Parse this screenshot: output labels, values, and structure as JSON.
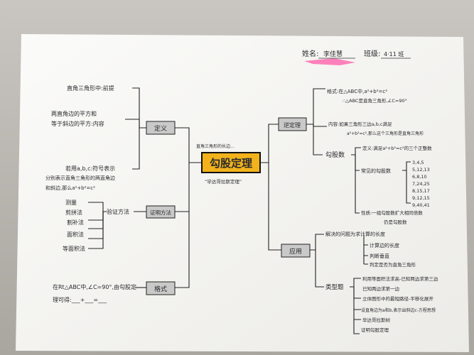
{
  "header": {
    "name_label": "姓名:",
    "name_value": "李佳慧",
    "class_label": "班级:",
    "class_value": "4·11 班"
  },
  "center": {
    "title": "勾股定理",
    "note_above": "直角三角形的长边...",
    "note_below": "“毕达哥拉斯定理”"
  },
  "left_branches": [
    {
      "label": "定义",
      "items": [
        "直角三角形中:前提",
        "两直角边的平方和",
        "等于斜边的平方:内容",
        "若用a,b,c:符号表示",
        "分别表示直角三角形的两直角边",
        "和斜边,那么a²+b²=c²"
      ]
    },
    {
      "label": "证明方法",
      "sub_label": "验证方法",
      "items": [
        "测量",
        "剪拼法",
        "割补法",
        "面积法",
        "等面积法"
      ]
    },
    {
      "label": "格式",
      "items": [
        "在Rt△ABC中,∠C=90°,由勾股定",
        "理可得:___+___=___"
      ]
    }
  ],
  "right_branches": [
    {
      "label": "逆定理",
      "items": [
        "格式:在△ABC中,a²+b²=c²",
        "∴△ABC是直角三角形,∠C=90°",
        "内容:如果三角形三边a,b,c满足",
        "a²+b²=c²,那么这个三角形是直角三角形"
      ],
      "sub": {
        "label": "勾股数",
        "items": [
          "定义:满足a²+b²=c²的三个正整数",
          "常见的勾股数",
          "性质:一组勾股数扩大相同倍数",
          "仍是勾股数"
        ],
        "numbers": [
          "3,4,5",
          "5,12,13",
          "6,8,10",
          "7,24,25",
          "8,15,17",
          "9,12,15",
          "9,40,41"
        ]
      }
    },
    {
      "label": "应用",
      "items": [
        "解决的问题为求计算的长度",
        "计算边的长度",
        "判断垂直",
        "判定是否为直角三角形"
      ],
      "sub": {
        "label": "类型题",
        "items": [
          "利用等面积法求高-已知两边求第三边",
          "已知两边求第一边",
          "立体图形中的最短路径-平移化展开",
          "设直角边为a和b,表示出斜边c-方程思想",
          "毕达哥拉斯树",
          "证明勾股定理"
        ]
      }
    }
  ]
}
